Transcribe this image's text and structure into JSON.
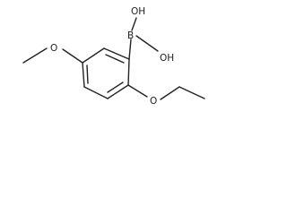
{
  "molecule": {
    "labels": {
      "boron": "B",
      "hydroxyl_top": "OH",
      "hydroxyl_right": "OH",
      "ether_oxygen_left": "O",
      "ether_oxygen_bottom": "O"
    }
  }
}
